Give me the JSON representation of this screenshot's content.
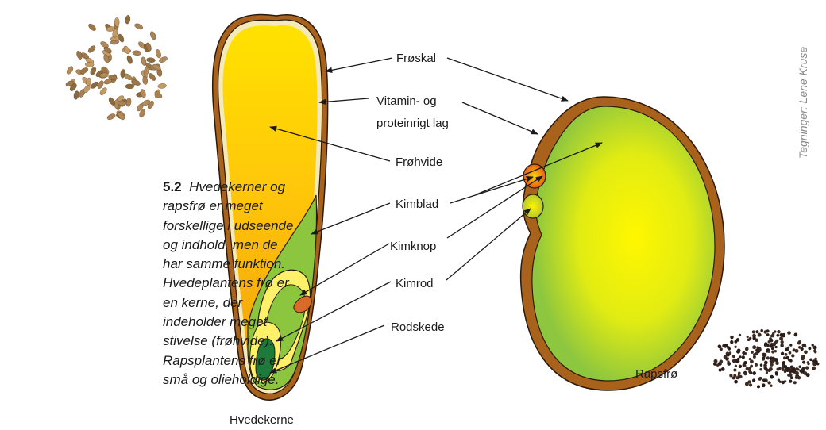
{
  "figure": {
    "number": "5.2",
    "caption": "Hvedekerner og rapsfrø er meget forskellige i udseen­de og indhold, men de har samme funk­tion. Hvedeplantens frø er en kerne, der indeholder meget stivelse (frøhvide). Rapsplantens frø er små og olieholdige.",
    "credit": "Tegninger: Lene Kruse"
  },
  "labels": {
    "froskal": "Frøskal",
    "vitamin_line1": "Vitamin- og",
    "vitamin_line2": "proteinrigt lag",
    "frohvide": "Frøhvide",
    "kimblad": "Kimblad",
    "kimknop": "Kimknop",
    "kimrod": "Kimrod",
    "rodskede": "Rodskede",
    "hvedekerne": "Hvedekerne",
    "rapsfro": "Rapsfrø"
  },
  "colors": {
    "shell": "#a9621b",
    "endosperm_top": "#ffd800",
    "endosperm_bottom": "#f5a30a",
    "embryo_green": "#8cc63f",
    "embryo_dark": "#1e7a3a",
    "rape_center": "#fff200",
    "rape_edge": "#8dc63f",
    "wheat_grain": "#b08a5a",
    "rape_grain": "#2a1e1a"
  }
}
